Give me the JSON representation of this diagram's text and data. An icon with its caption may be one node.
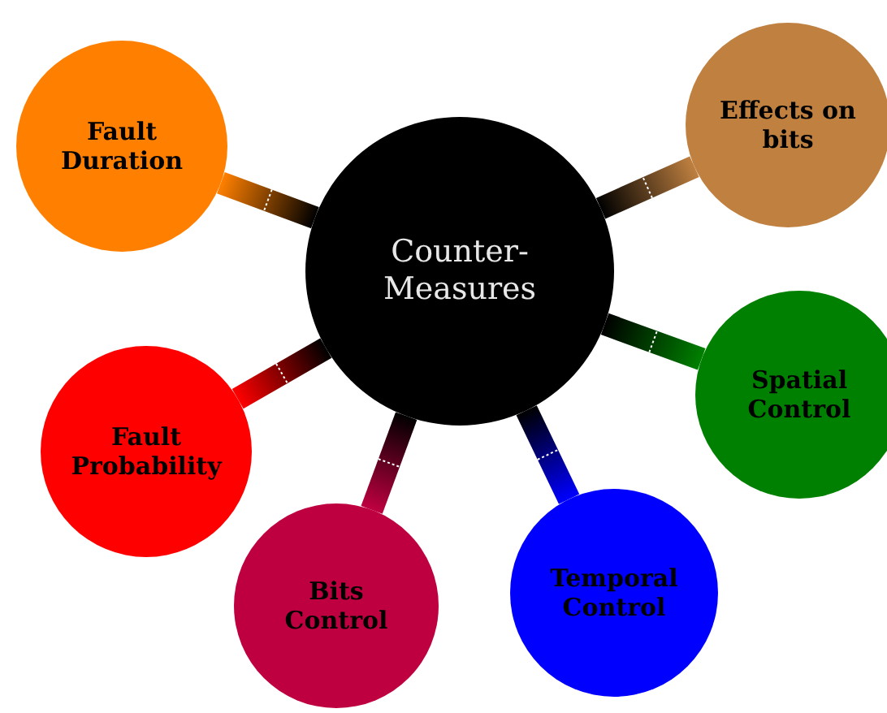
{
  "diagram": {
    "nodes": [
      {
        "text": [
          "Counter- Measures"
        ]
      },
      {
        "text": [
          "Fault Duration"
        ]
      },
      {
        "text": [
          "Effects on bits"
        ]
      },
      {
        "text": [
          "Spatial Control"
        ]
      },
      {
        "text": [
          "Temporal Control"
        ]
      },
      {
        "text": [
          "Bits Control"
        ]
      },
      {
        "text": [
          "Fault Probability"
        ]
      }
    ],
    "edges": [
      {
        "from": 0,
        "to": 1,
        "arrow": "none"
      },
      {
        "from": 0,
        "to": 2,
        "arrow": "none"
      },
      {
        "from": 0,
        "to": 3,
        "arrow": "none"
      },
      {
        "from": 0,
        "to": 4,
        "arrow": "none"
      },
      {
        "from": 0,
        "to": 5,
        "arrow": "none"
      },
      {
        "from": 0,
        "to": 6,
        "arrow": "none"
      }
    ]
  }
}
